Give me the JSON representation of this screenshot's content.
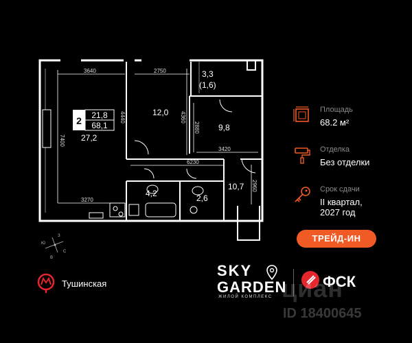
{
  "plan": {
    "room_count": "2",
    "living_area": "21,8",
    "total_area": "68,1",
    "living_room_area": "27,2",
    "bedroom_area": "12,0",
    "room_9_area": "9,8",
    "wardrobe_area": "3,3",
    "wardrobe_area_sub": "(1,6)",
    "bath1_area": "4,2",
    "bath2_area": "2,6",
    "hall_area": "10,7",
    "dims": {
      "d3640": "3640",
      "d2750": "2750",
      "d4440": "4440",
      "d4360": "4360",
      "d2880": "2880",
      "d3420": "3420",
      "d6230": "6230",
      "d7400": "7400",
      "d3270": "3270",
      "d2960": "2960"
    },
    "compass": {
      "n": "З",
      "e": "С",
      "s": "В",
      "w": "Ю"
    }
  },
  "info": [
    {
      "label": "Площадь",
      "value": "68.2 м²",
      "icon": "area-icon"
    },
    {
      "label": "Отделка",
      "value": "Без отделки",
      "icon": "paint-roller-icon"
    },
    {
      "label": "Срок сдачи",
      "value_line1": "II квартал,",
      "value_line2": "2027 год",
      "icon": "key-icon"
    }
  ],
  "badge": "ТРЕЙД-ИН",
  "metro": {
    "station": "Тушинская",
    "icon": "metro-icon"
  },
  "logos": {
    "sky": "SKY",
    "garden": "GARDEN",
    "sub": "ЖИЛОЙ КОМПЛЕКС",
    "fsk": "ФСК"
  },
  "watermark": {
    "brand": "циан",
    "id": "ID 18400645"
  },
  "colors": {
    "accent": "#f05a24",
    "background": "#000000",
    "text": "#ffffff"
  }
}
